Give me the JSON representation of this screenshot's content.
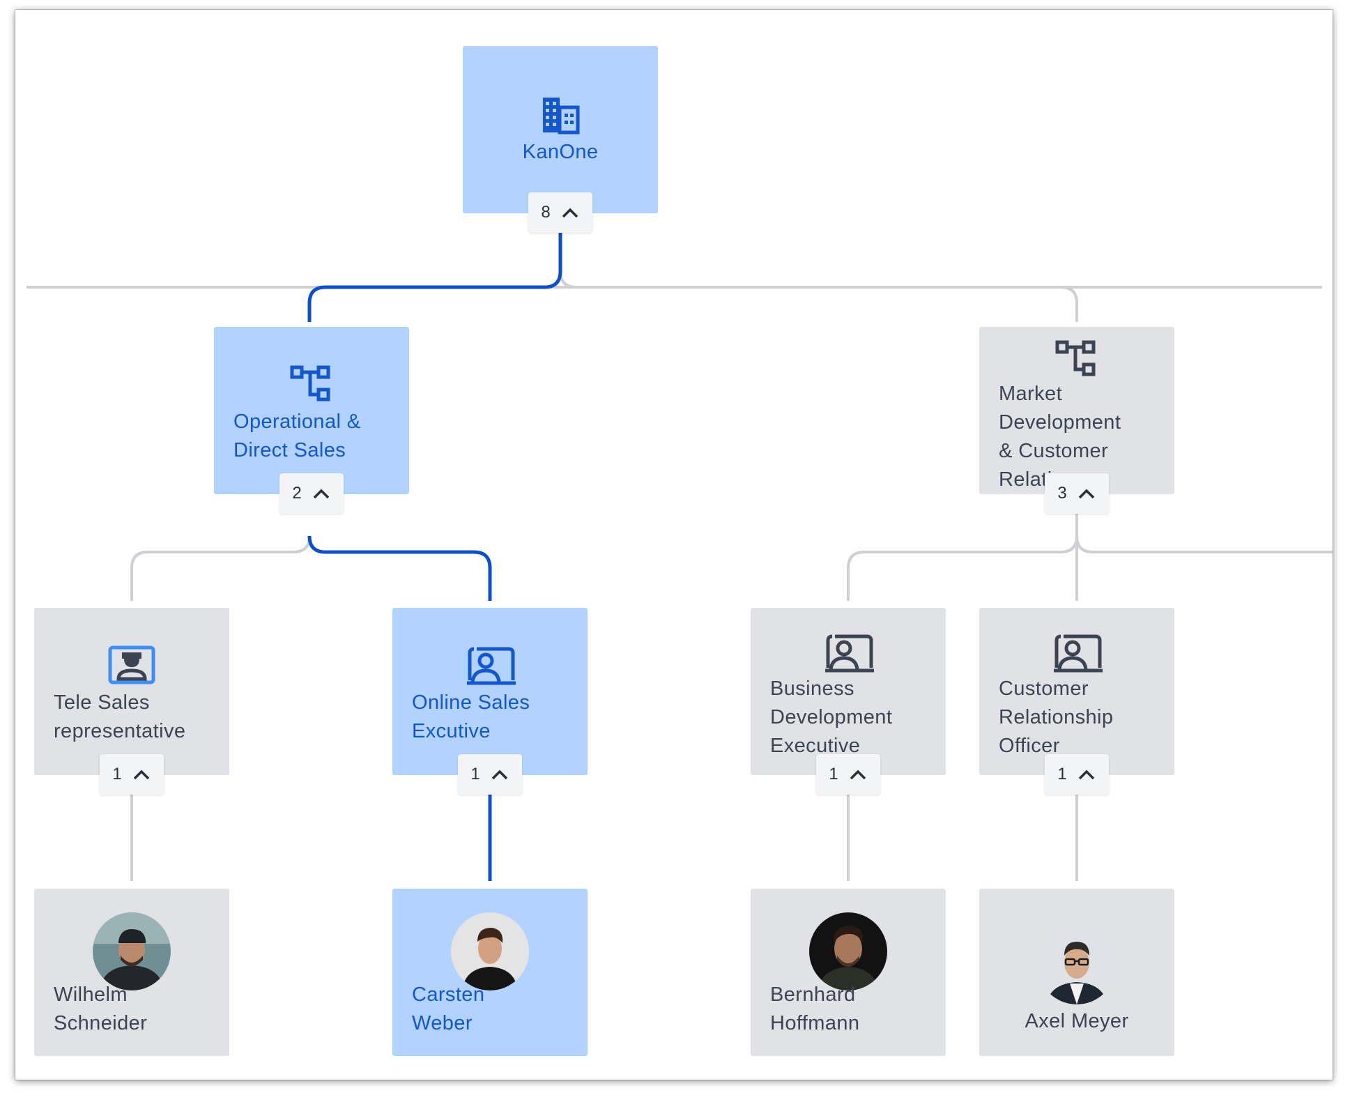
{
  "nodes": {
    "kanone": {
      "label": "KanOne",
      "count": "8",
      "icon": "building-icon"
    },
    "operational_direct_sales": {
      "label": "Operational &\nDirect Sales",
      "count": "2",
      "icon": "org-structure-icon"
    },
    "market_development": {
      "label": "Market\nDevelopment\n& Customer\nRelation",
      "count": "3",
      "icon": "org-structure-icon"
    },
    "tele_sales": {
      "label": "Tele Sales\nrepresentative",
      "count": "1",
      "icon": "agent-badge-icon"
    },
    "online_sales": {
      "label": "Online Sales\nExcutive",
      "count": "1",
      "icon": "person-card-icon"
    },
    "business_development": {
      "label": "Business\nDevelopment\nExecutive",
      "count": "1",
      "icon": "person-card-icon"
    },
    "customer_relationship": {
      "label": "Customer\nRelationship\nOfficer",
      "count": "1",
      "icon": "person-card-icon"
    },
    "wilhelm": {
      "label": "Wilhelm\nSchneider",
      "icon": "avatar"
    },
    "carsten": {
      "label": "Carsten\nWeber",
      "icon": "avatar"
    },
    "bernhard": {
      "label": "Bernhard\nHoffmann",
      "icon": "avatar"
    },
    "axel": {
      "label": "Axel Meyer",
      "icon": "avatar"
    }
  },
  "colors": {
    "selected_bg": "#b2d3ff",
    "selected_text": "#1456cc",
    "default_bg": "#e1e2e6",
    "default_text": "#3c4452",
    "active_line": "#0b4fcc",
    "inactive_line": "#cfd0d4"
  }
}
